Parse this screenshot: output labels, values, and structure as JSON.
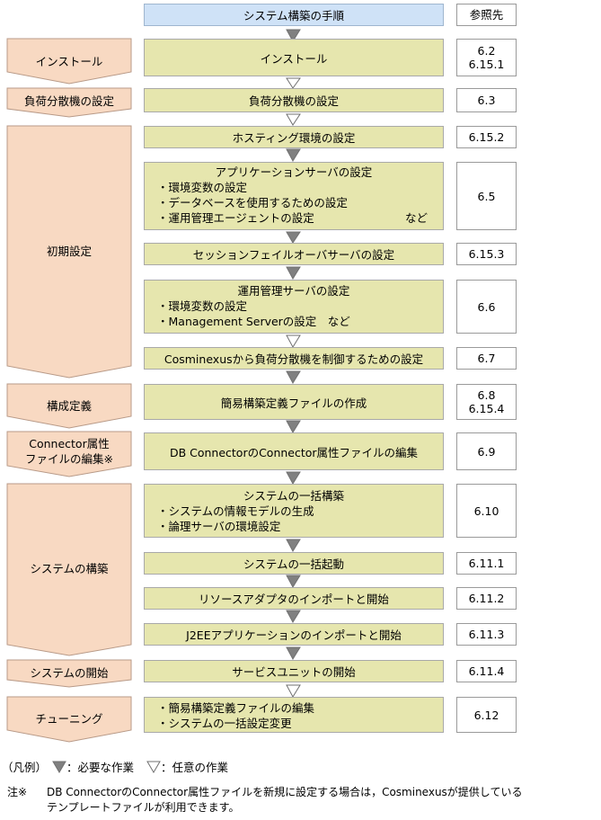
{
  "header": {
    "title": "システム構築の手順",
    "ref_label": "参照先"
  },
  "phases": [
    {
      "id": "install",
      "label": "インストール"
    },
    {
      "id": "lb",
      "label": "負荷分散機の設定"
    },
    {
      "id": "init",
      "label": "初期設定"
    },
    {
      "id": "config",
      "label": "構成定義"
    },
    {
      "id": "connector",
      "label_lines": [
        "Connector属性",
        "ファイルの編集※"
      ]
    },
    {
      "id": "build",
      "label": "システムの構築"
    },
    {
      "id": "start",
      "label": "システムの開始"
    },
    {
      "id": "tuning",
      "label": "チューニング"
    }
  ],
  "steps": [
    {
      "id": "install",
      "title": "インストール",
      "refs": [
        "6.2",
        "6.15.1"
      ]
    },
    {
      "id": "lb",
      "title": "負荷分散機の設定",
      "refs": [
        "6.3"
      ]
    },
    {
      "id": "hosting",
      "title": "ホスティング環境の設定",
      "refs": [
        "6.15.2"
      ]
    },
    {
      "id": "appserver",
      "title": "アプリケーションサーバの設定",
      "bullets": [
        "・環境変数の設定",
        "・データベースを使用するための設定",
        "・運用管理エージェントの設定"
      ],
      "trailing": "など",
      "refs": [
        "6.5"
      ]
    },
    {
      "id": "session",
      "title": "セッションフェイルオーバサーバの設定",
      "refs": [
        "6.15.3"
      ]
    },
    {
      "id": "mgmtserver",
      "title": "運用管理サーバの設定",
      "bullets": [
        "・環境変数の設定",
        "・Management Serverの設定　など"
      ],
      "refs": [
        "6.6"
      ]
    },
    {
      "id": "cosmi",
      "title": "Cosminexusから負荷分散機を制御するための設定",
      "refs": [
        "6.7"
      ]
    },
    {
      "id": "simpledef",
      "title": "簡易構築定義ファイルの作成",
      "refs": [
        "6.8",
        "6.15.4"
      ]
    },
    {
      "id": "dbconn",
      "title": "DB ConnectorのConnector属性ファイルの編集",
      "refs": [
        "6.9"
      ]
    },
    {
      "id": "bulkbuild",
      "title": "システムの一括構築",
      "bullets": [
        "・システムの情報モデルの生成",
        "・論理サーバの環境設定"
      ],
      "refs": [
        "6.10"
      ]
    },
    {
      "id": "bulkstart",
      "title": "システムの一括起動",
      "refs": [
        "6.11.1"
      ]
    },
    {
      "id": "adapter",
      "title": "リソースアダプタのインポートと開始",
      "refs": [
        "6.11.2"
      ]
    },
    {
      "id": "j2ee",
      "title": "J2EEアプリケーションのインポートと開始",
      "refs": [
        "6.11.3"
      ]
    },
    {
      "id": "service",
      "title": "サービスユニットの開始",
      "refs": [
        "6.11.4"
      ]
    },
    {
      "id": "tune",
      "bullets": [
        "・簡易構築定義ファイルの編集",
        "・システムの一括設定変更"
      ],
      "refs": [
        "6.12"
      ]
    }
  ],
  "arrows": [
    "required",
    "optional",
    "optional",
    "required",
    "required",
    "required",
    "optional",
    "required",
    "required",
    "required",
    "required",
    "required",
    "required",
    "required",
    "optional"
  ],
  "legend": {
    "prefix": "（凡例）",
    "required": "：必要な作業",
    "optional": "：任意の作業"
  },
  "note": {
    "marker": "注※",
    "line1": "DB ConnectorのConnector属性ファイルを新規に設定する場合は，Cosminexusが提供している",
    "line2": "テンプレートファイルが利用できます。"
  },
  "colors": {
    "header_fill": "#cfe2f7",
    "step_fill": "#e6e6ae",
    "phase_fill": "#f8d9c2",
    "arrow_required": "#808080",
    "arrow_optional": "#ffffff"
  }
}
